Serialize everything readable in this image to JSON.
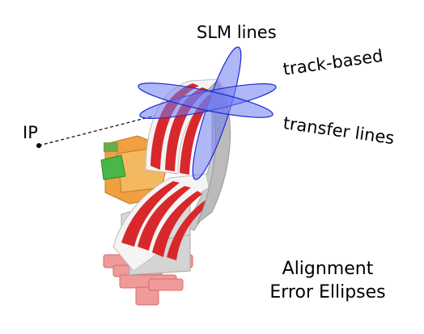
{
  "labels": {
    "slm": "SLM lines",
    "track": "track-based",
    "transfer": "transfer lines",
    "ip": "IP",
    "caption_line1": "Alignment",
    "caption_line2": "Error Ellipses"
  },
  "colors": {
    "ellipse_fill": "#6f7cf0",
    "ellipse_stroke": "#1a2bd6",
    "stripe_red": "#d8282c",
    "body_white": "#f4f4f4",
    "body_grey": "#c8c8c8",
    "orange": "#f0a040",
    "green": "#4cb84c",
    "pink": "#f08a8a"
  }
}
